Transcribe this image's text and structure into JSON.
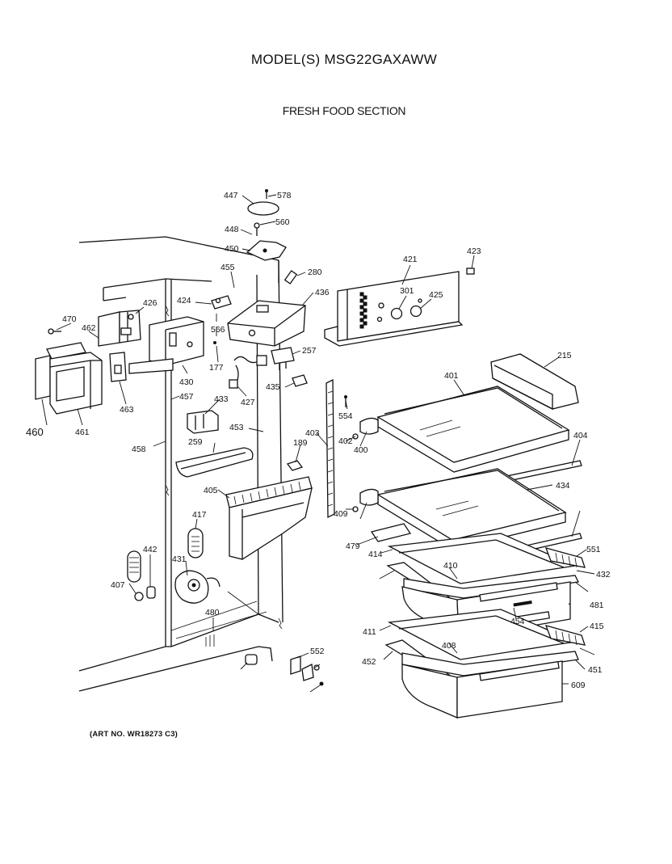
{
  "header": {
    "model_title": "MODEL(S) MSG22GAXAWW",
    "section_title": "FRESH FOOD SECTION"
  },
  "footer": {
    "art_no": "(ART NO. WR18273 C3)"
  },
  "callouts": [
    "447",
    "578",
    "448",
    "560",
    "450",
    "455",
    "280",
    "421",
    "423",
    "436",
    "301",
    "425",
    "470",
    "462",
    "426",
    "424",
    "566",
    "430",
    "177",
    "427",
    "257",
    "435",
    "460",
    "461",
    "463",
    "457",
    "433",
    "453",
    "259",
    "189",
    "403",
    "554",
    "401",
    "215",
    "402",
    "400",
    "404",
    "458",
    "405",
    "434",
    "417",
    "409",
    "479",
    "414",
    "551",
    "410",
    "432",
    "442",
    "431",
    "407",
    "481",
    "454",
    "480",
    "415",
    "411",
    "408",
    "452",
    "451",
    "609",
    "552"
  ]
}
